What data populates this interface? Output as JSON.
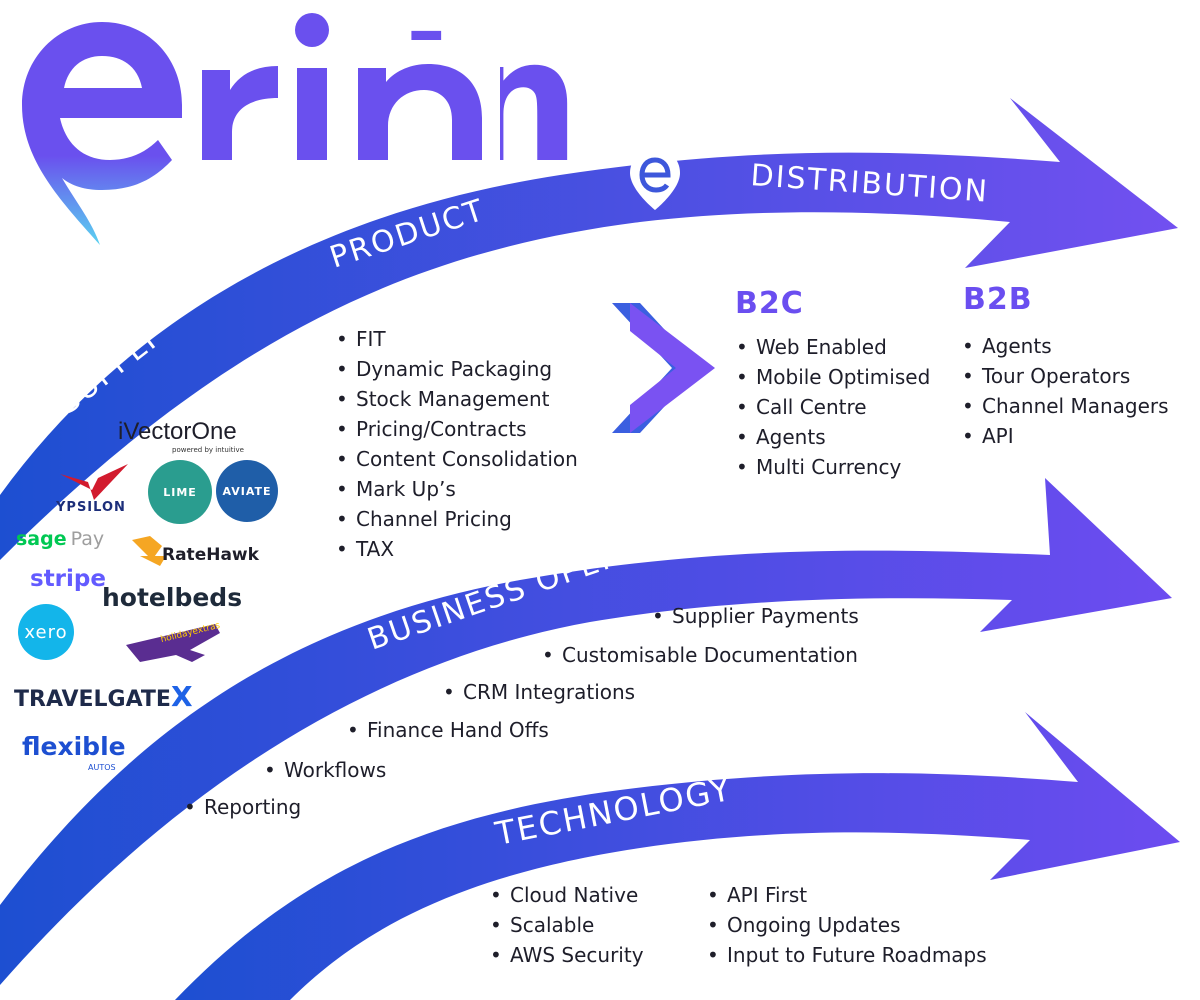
{
  "brand": {
    "name": "erin"
  },
  "bands": {
    "supply": "SUPPLY",
    "product": "PRODUCT",
    "distribution": "DISTRIBUTION",
    "business_operations": "BUSINESS OPERATIONS",
    "technology": "TECHNOLOGY"
  },
  "product_items": [
    "FIT",
    "Dynamic Packaging",
    "Stock Management",
    "Pricing/Contracts",
    "Content Consolidation",
    "Mark Up’s",
    "Channel Pricing",
    "TAX"
  ],
  "b2c": {
    "title": "B2C",
    "items": [
      "Web Enabled",
      "Mobile Optimised",
      "Call Centre",
      "Agents",
      "Multi Currency"
    ]
  },
  "b2b": {
    "title": "B2B",
    "items": [
      "Agents",
      "Tour Operators",
      "Channel Managers",
      "API"
    ]
  },
  "business_ops_items": [
    "Supplier Payments",
    "Customisable Documentation",
    "CRM Integrations",
    "Finance Hand Offs",
    "Workflows",
    "Reporting"
  ],
  "technology_items_left": [
    "Cloud Native",
    "Scalable",
    "AWS Security"
  ],
  "technology_items_right": [
    "API First",
    "Ongoing Updates",
    "Input to Future Roadmaps"
  ],
  "partners": {
    "ivector": "iVectorOne",
    "ivector_sub": "powered by intuitive",
    "ypsilon": "YPSILON",
    "lime": "LIME",
    "aviate": "AVIATE",
    "sagepay_a": "sage",
    "sagepay_b": "Pay",
    "ratehawk": "RateHawk",
    "stripe": "stripe",
    "hotelbeds": "hotelbeds",
    "xero": "xero",
    "holidayextras": "holidayextras",
    "travelgate": "TRAVELGATE",
    "travelgate_x": "X",
    "flexible": "flexible",
    "flexible_sub": "AUTOS"
  },
  "colors": {
    "arrow_dark": "#1d4fd1",
    "arrow_light": "#6c4cf0",
    "heading_purple": "#6a4ef0",
    "logo_purple": "#6a50ee",
    "logo_cyan": "#5ad2f0"
  },
  "icons": [
    "erin-pin-logo-icon",
    "e-pin-icon",
    "double-chevron-icon",
    "ypsilon-wing-icon",
    "ratehawk-icon",
    "plane-icon"
  ]
}
